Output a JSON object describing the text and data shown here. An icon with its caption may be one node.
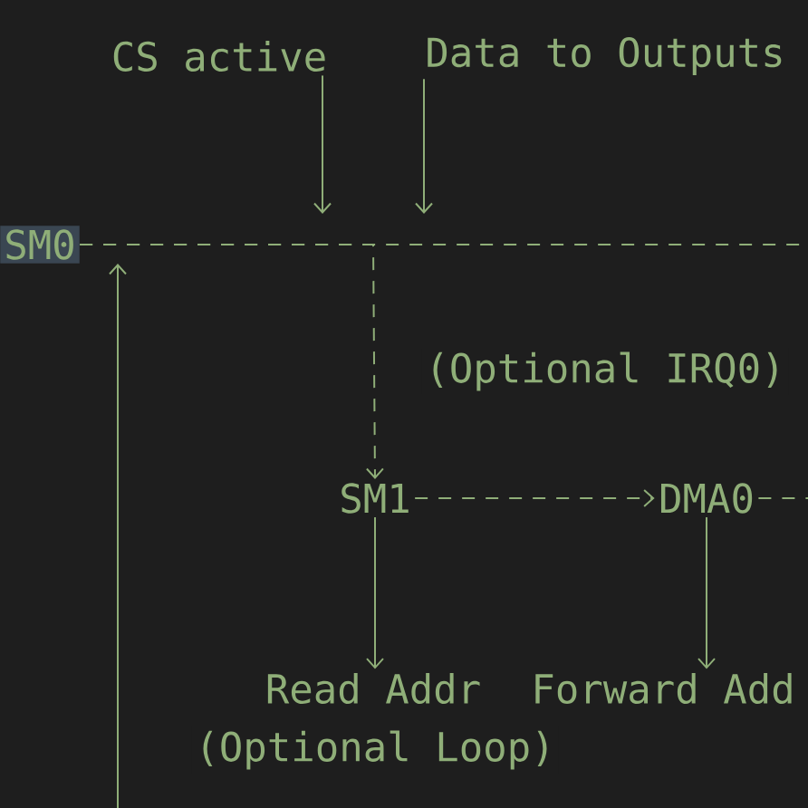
{
  "diagram": {
    "nodes": [
      {
        "text": [
          "CS active"
        ]
      },
      {
        "text": [
          "Data to Outputs"
        ]
      },
      {
        "text": [
          "SM0"
        ]
      },
      {
        "text": [
          "SM1"
        ]
      },
      {
        "text": [
          "DMA0"
        ]
      },
      {
        "text": [
          "Read Addr"
        ]
      },
      {
        "text": [
          "Forward Add"
        ]
      }
    ],
    "edges": [
      {
        "from": 0,
        "to": null,
        "arrow": "to"
      },
      {
        "from": 1,
        "to": null,
        "arrow": "to"
      },
      {
        "from": 2,
        "to": null,
        "arrow": "none",
        "style": "dashed"
      },
      {
        "from": 2,
        "to": 3,
        "arrow": "to",
        "label": "(Optional IRQ0)",
        "style": "dashed"
      },
      {
        "from": 3,
        "to": 4,
        "arrow": "to",
        "style": "dashed"
      },
      {
        "from": 4,
        "to": null,
        "arrow": "none",
        "style": "dashed"
      },
      {
        "from": 3,
        "to": 5,
        "arrow": "to"
      },
      {
        "from": 4,
        "to": 6,
        "arrow": "to"
      },
      {
        "from": null,
        "to": 2,
        "arrow": "to",
        "label": "(Optional Loop)"
      }
    ]
  }
}
